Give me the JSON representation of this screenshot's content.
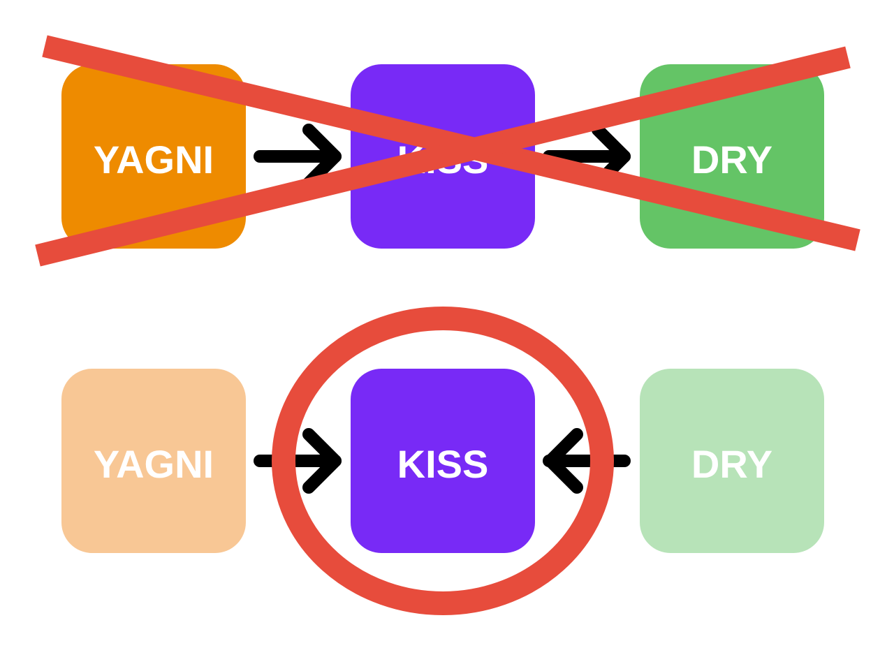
{
  "top_row": {
    "yagni": {
      "label": "YAGNI",
      "color": "#EE8B00"
    },
    "kiss": {
      "label": "KISS",
      "color": "#782AF6"
    },
    "dry": {
      "label": "DRY",
      "color": "#64C466"
    },
    "status": "crossed-out"
  },
  "bottom_row": {
    "yagni": {
      "label": "YAGNI",
      "color": "#F8C795"
    },
    "kiss": {
      "label": "KISS",
      "color": "#782AF6"
    },
    "dry": {
      "label": "DRY",
      "color": "#B7E3B8"
    },
    "status": "kiss-circled"
  },
  "colors": {
    "cross_mark": "#E74C3C",
    "circle_mark": "#E74C3C",
    "arrow": "#000000",
    "background": "#FFFFFF"
  }
}
